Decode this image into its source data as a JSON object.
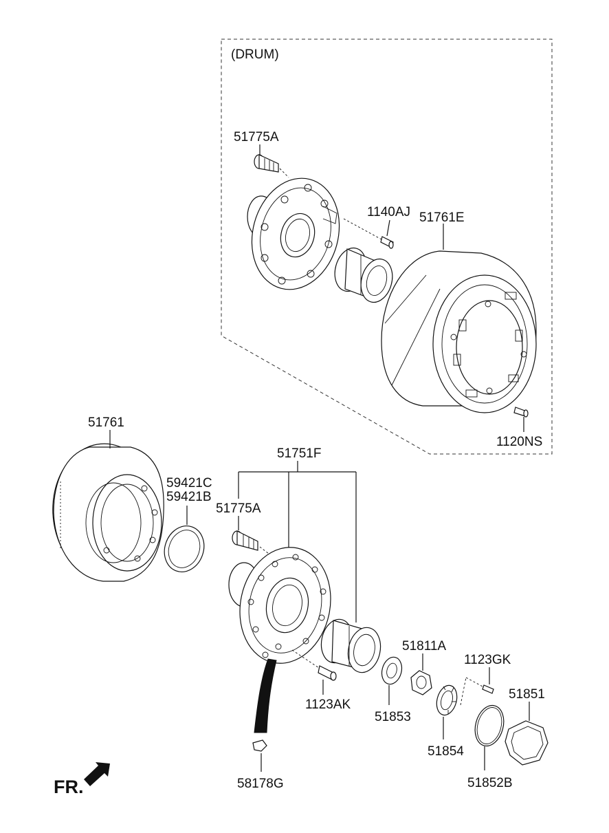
{
  "diagram": {
    "group_label": "(DRUM)",
    "direction_label": "FR.",
    "parts": {
      "p51775A_drum": "51775A",
      "p1140AJ": "1140AJ",
      "p51761E": "51761E",
      "p1120NS": "1120NS",
      "p51761": "51761",
      "p51751F": "51751F",
      "p59421C": "59421C",
      "p59421B": "59421B",
      "p51775A": "51775A",
      "p51811A": "51811A",
      "p1123GK": "1123GK",
      "p51851": "51851",
      "p1123AK": "1123AK",
      "p51853": "51853",
      "p51854": "51854",
      "p58178G": "58178G",
      "p51852B": "51852B"
    }
  }
}
